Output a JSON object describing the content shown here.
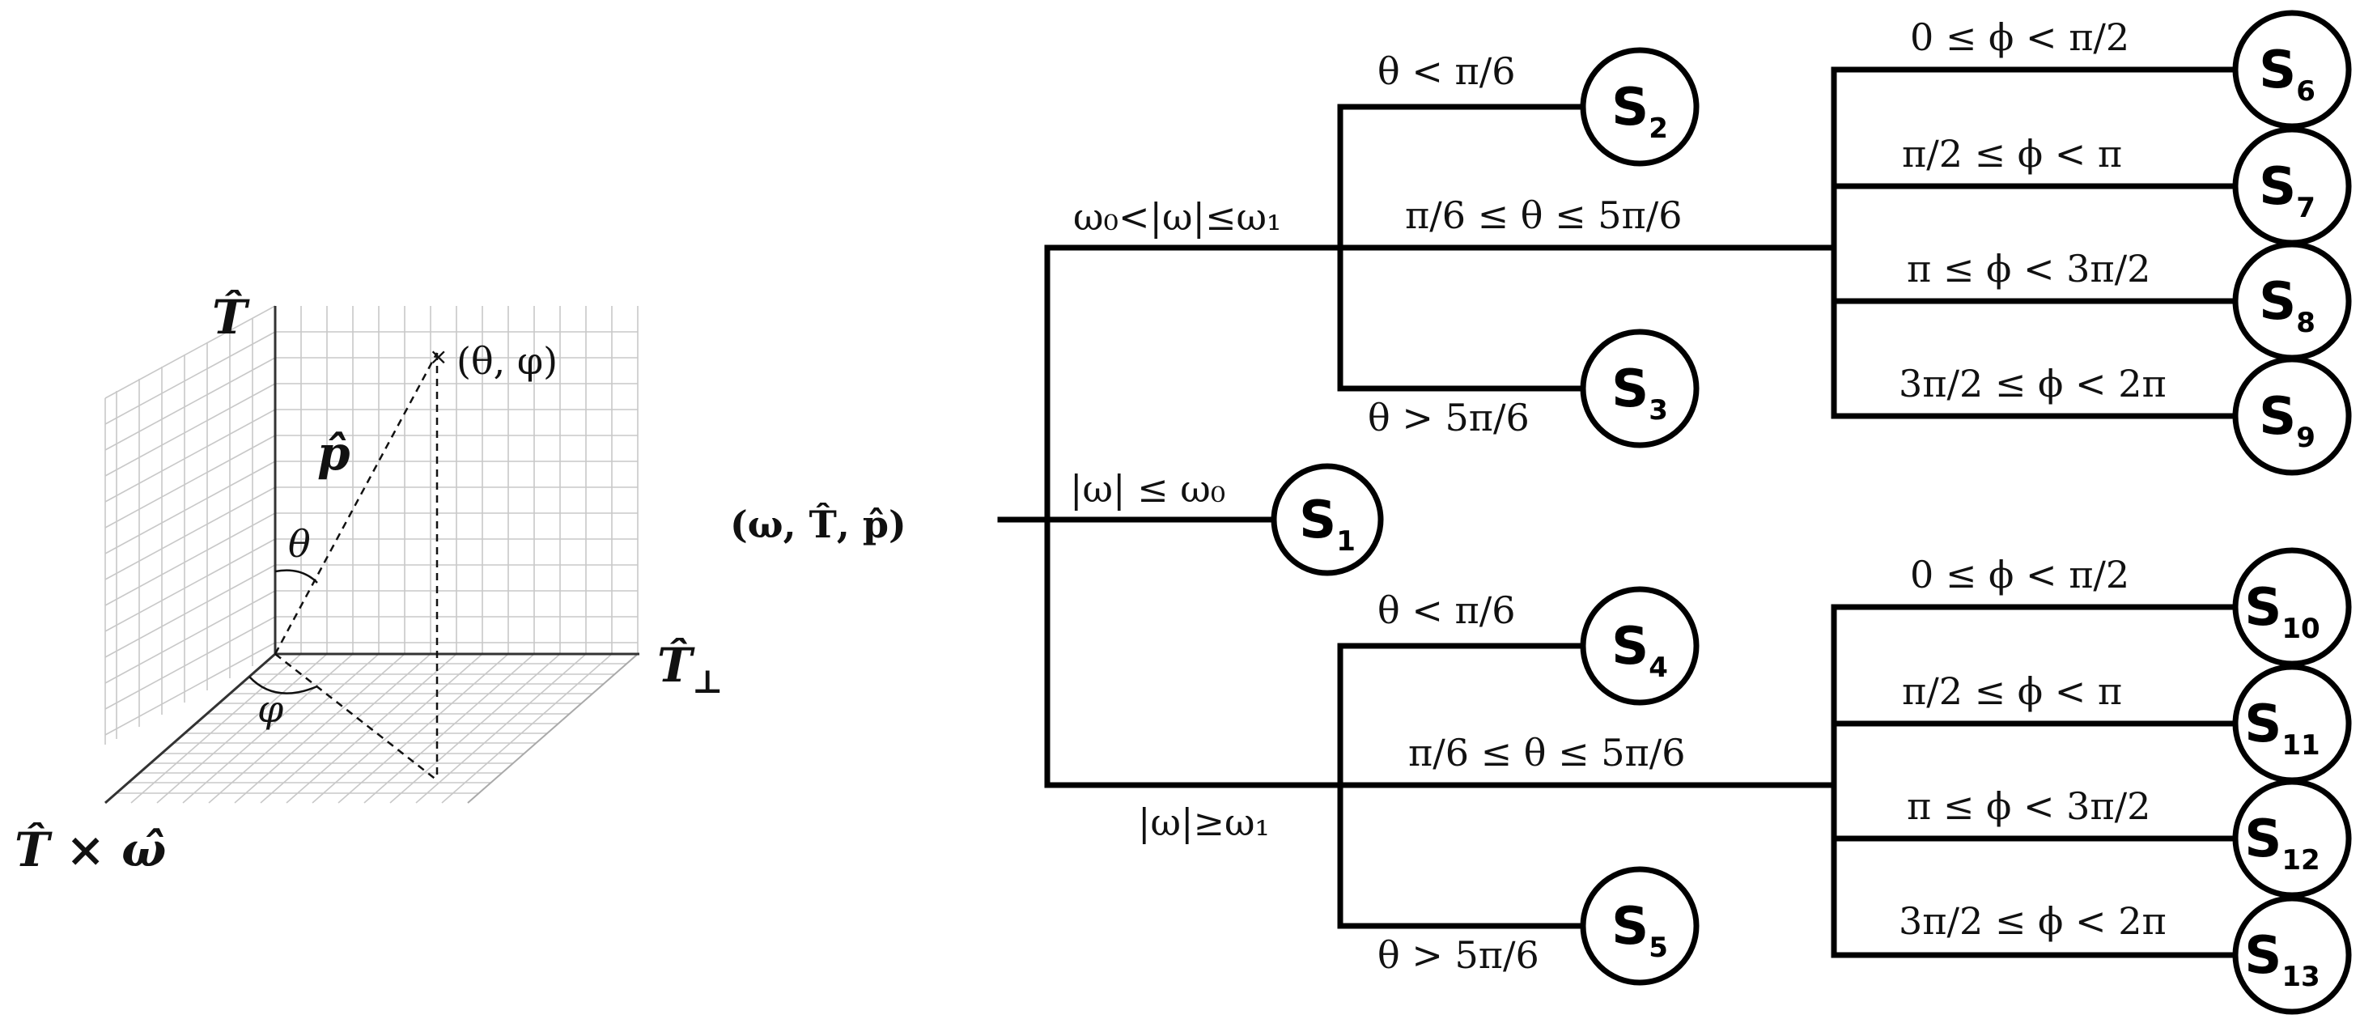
{
  "coordinate_frame": {
    "axis_up": "T̂",
    "axis_right_base": "T̂",
    "axis_right_sub": "⊥",
    "axis_diag": "T̂ × ω̂",
    "point_label": "(θ, φ)",
    "vector_label": "p̂",
    "polar_angle": "θ",
    "azimuth_angle": "φ"
  },
  "tree": {
    "root": "(ω, T̂, p̂)",
    "edges": {
      "mid": "ω₀<|ω|≤ω₁",
      "low": "|ω| ≤ ω₀",
      "high": "|ω|≥ω₁",
      "mid_theta_lt": "θ < π/6",
      "mid_theta_between": "π/6 ≤ θ ≤ 5π/6",
      "mid_theta_gt": "θ > 5π/6",
      "high_theta_lt": "θ < π/6",
      "high_theta_between": "π/6 ≤ θ ≤ 5π/6",
      "high_theta_gt": "θ > 5π/6",
      "mid_phi_1": "0 ≤ ϕ < π/2",
      "mid_phi_2": "π/2 ≤ ϕ < π",
      "mid_phi_3": "π ≤ ϕ < 3π/2",
      "mid_phi_4": "3π/2 ≤ ϕ < 2π",
      "high_phi_1": "0 ≤ ϕ < π/2",
      "high_phi_2": "π/2 ≤ ϕ < π",
      "high_phi_3": "π ≤ ϕ < 3π/2",
      "high_phi_4": "3π/2 ≤ ϕ < 2π"
    },
    "nodes": {
      "s1": "1",
      "s2": "2",
      "s3": "3",
      "s4": "4",
      "s5": "5",
      "s6": "6",
      "s7": "7",
      "s8": "8",
      "s9": "9",
      "s10": "10",
      "s11": "11",
      "s12": "12",
      "s13": "13"
    },
    "node_letter": "S"
  }
}
